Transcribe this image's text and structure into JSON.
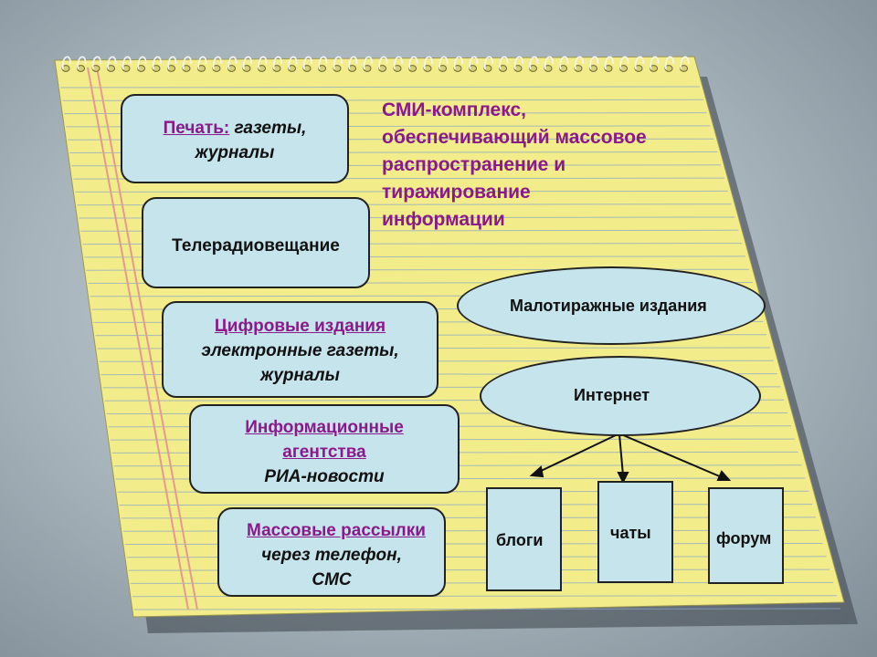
{
  "title_lines": [
    "СМИ-комплекс,",
    "обеспечивающий массовое",
    "распространение и",
    "тиражирование",
    "информации"
  ],
  "boxes": {
    "print": {
      "heading": "Печать:",
      "line1_rest": " газеты,",
      "line2": "журналы"
    },
    "broadcast": {
      "label": "Телерадиовещание"
    },
    "digital": {
      "heading": "Цифровые издания",
      "line2": "электронные газеты,",
      "line3": "журналы"
    },
    "agencies": {
      "heading1": "Информационные",
      "heading2": "агентства",
      "line3": "РИА-новости"
    },
    "mailings": {
      "heading": "Массовые рассылки",
      "line2": "через телефон,",
      "line3": "СМС"
    }
  },
  "ovals": {
    "small_press": "Малотиражные издания",
    "internet": "Интернет"
  },
  "internet_children": [
    "блоги",
    "чаты",
    "форум"
  ],
  "colors": {
    "paper": "#f3ec8a",
    "box_fill": "#c6e4ec",
    "accent": "#8a1a8a",
    "margin_line": "#e59a8f",
    "rule_line": "#8ca8c8"
  }
}
